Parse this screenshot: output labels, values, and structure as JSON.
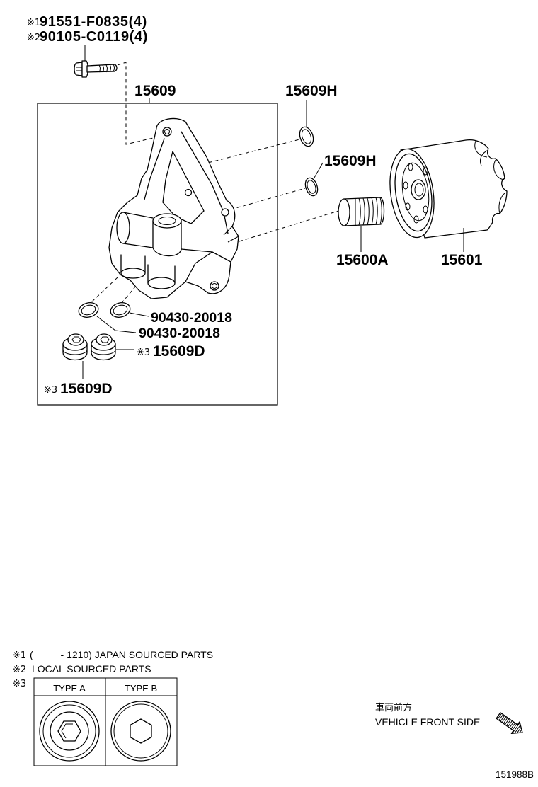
{
  "fasteners": [
    {
      "mark": "※1",
      "part_no": "91551-F0835(4)"
    },
    {
      "mark": "※2",
      "part_no": "90105-C0119(4)"
    }
  ],
  "callouts": {
    "housing": "15609",
    "gasket_upper": "15609H",
    "gasket_lower": "15609H",
    "union": "15600A",
    "filter": "15601",
    "o_ring_1": "90430-20018",
    "o_ring_2": "90430-20018",
    "plug_1": {
      "mark": "※3",
      "part_no": "15609D"
    },
    "plug_2": {
      "mark": "※3",
      "part_no": "15609D"
    }
  },
  "notes": [
    {
      "mark": "※1",
      "text": "(          - 1210) JAPAN SOURCED PARTS"
    },
    {
      "mark": "※2",
      "text": "LOCAL SOURCED PARTS"
    },
    {
      "mark": "※3"
    }
  ],
  "plug_types": {
    "type_a": "TYPE A",
    "type_b": "TYPE B"
  },
  "direction": {
    "label_ja": "車両前方",
    "label_en": "VEHICLE FRONT SIDE",
    "icon": "arrow-down-right-icon"
  },
  "illustration_code": "151988B"
}
